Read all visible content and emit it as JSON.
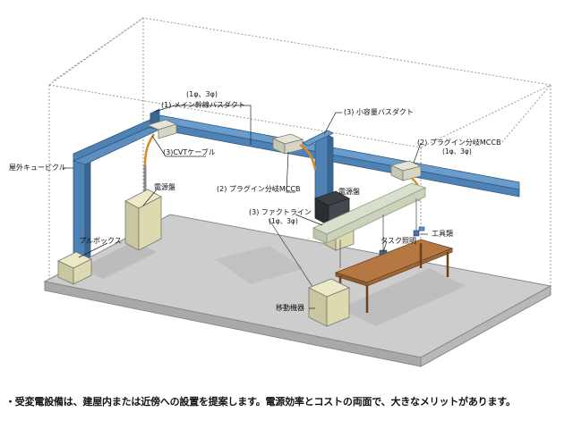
{
  "labels": {
    "main_duct_phase": "(1φ、3φ)",
    "main_duct": "(1) メイン幹線バスダクト",
    "small_duct": "(3) 小容量バスダクト",
    "cvt_cable": "(3)CVTケーブル",
    "outdoor_cubicle": "屋外キュービクル",
    "power_panel_left": "電源盤",
    "plugin_mccb_left": "(2) プラグイン分岐MCCB",
    "power_panel_center": "電源盤",
    "plugin_mccb_right": "(2) プラグイン分岐MCCB",
    "plugin_mccb_right_phase": "(1φ、3φ)",
    "factory_line": "(3) ファクトライン",
    "factory_line_phase": "(1φ、3φ)",
    "pull_box": "プルボックス",
    "task_light": "タスク照明",
    "tools": "工具類",
    "mobile_equipment": "移動機器"
  },
  "caption": "・受変電設備は、建屋内または近傍への設置を提案します。電源効率とコストの両面で、大きなメリットがあります。",
  "colors": {
    "duct": "#4f82b4",
    "duct_dark": "#3a668f",
    "box": "#dcdbb0",
    "box_dark": "#b9b88c",
    "floor": "#cfcfcf",
    "bench": "#a0683a",
    "cable": "#d78a2a"
  }
}
